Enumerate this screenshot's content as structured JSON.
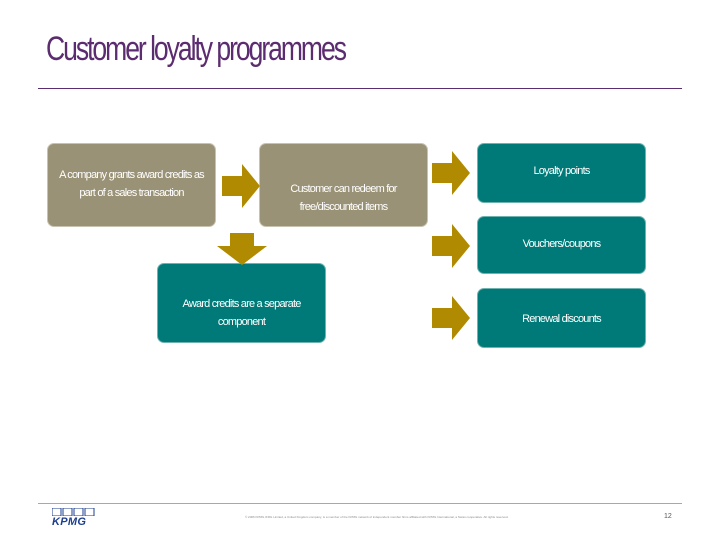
{
  "slide": {
    "title": "Customer loyalty programmes",
    "page_number": "12",
    "footnote": "© 2006 KPMG IFRG Limited, a United Kingdom company, is a member of the KPMG network of independent member firms affiliated with KPMG International, a Swiss cooperative. All rights reserved."
  },
  "logo": {
    "text": "KPMG",
    "color": "#1d3f8f"
  },
  "diagram": {
    "nodes": {
      "grant": "A company grants award credits as part of a sales transaction",
      "redeem": "Customer can redeem for free/discounted items",
      "separate": "Award credits are a separate component",
      "points": "Loyalty points",
      "vouchers": "Vouchers/coupons",
      "discounts": "Renewal discounts"
    },
    "colors": {
      "tan": "#9a9276",
      "teal": "#007a78",
      "arrow": "#b08a00",
      "title": "#5b2c6f"
    }
  }
}
